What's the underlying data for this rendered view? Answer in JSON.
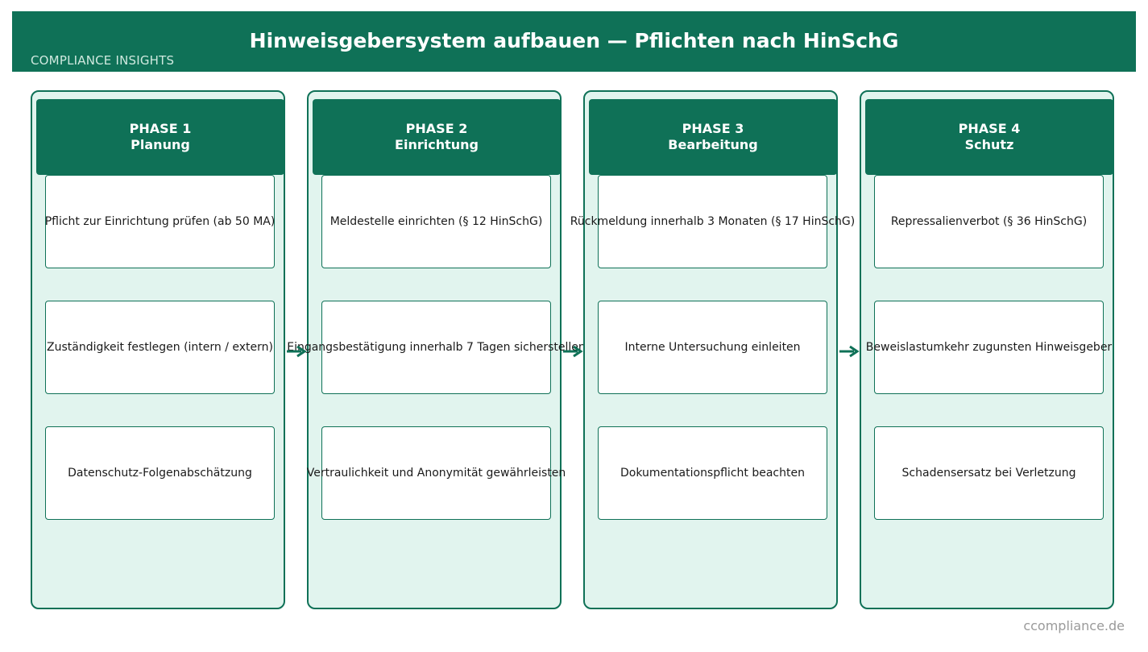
{
  "header": {
    "title": "Hinweisgebersystem aufbauen — Pflichten nach HinSchG",
    "brand": "COMPLIANCE INSIGHTS"
  },
  "phases": [
    {
      "number": "PHASE 1",
      "name": "Planung",
      "items": [
        "Pflicht zur Einrichtung prüfen (ab 50 MA)",
        "Zuständigkeit festlegen (intern / extern)",
        "Datenschutz-Folgenabschätzung"
      ]
    },
    {
      "number": "PHASE 2",
      "name": "Einrichtung",
      "items": [
        "Meldestelle einrichten (§ 12 HinSchG)",
        "Eingangsbestätigung innerhalb 7 Tagen sicherstellen",
        "Vertraulichkeit und Anonymität gewährleisten"
      ]
    },
    {
      "number": "PHASE 3",
      "name": "Bearbeitung",
      "items": [
        "Rückmeldung innerhalb 3 Monaten (§ 17 HinSchG)",
        "Interne Untersuchung einleiten",
        "Dokumentationspflicht beachten"
      ]
    },
    {
      "number": "PHASE 4",
      "name": "Schutz",
      "items": [
        "Repressalienverbot (§ 36 HinSchG)",
        "Beweislastumkehr zugunsten Hinweisgeber",
        "Schadensersatz bei Verletzung"
      ]
    }
  ],
  "footer": {
    "source": "ccompliance.de"
  },
  "colors": {
    "primary": "#0f7157",
    "panel": "#e1f4ee"
  }
}
